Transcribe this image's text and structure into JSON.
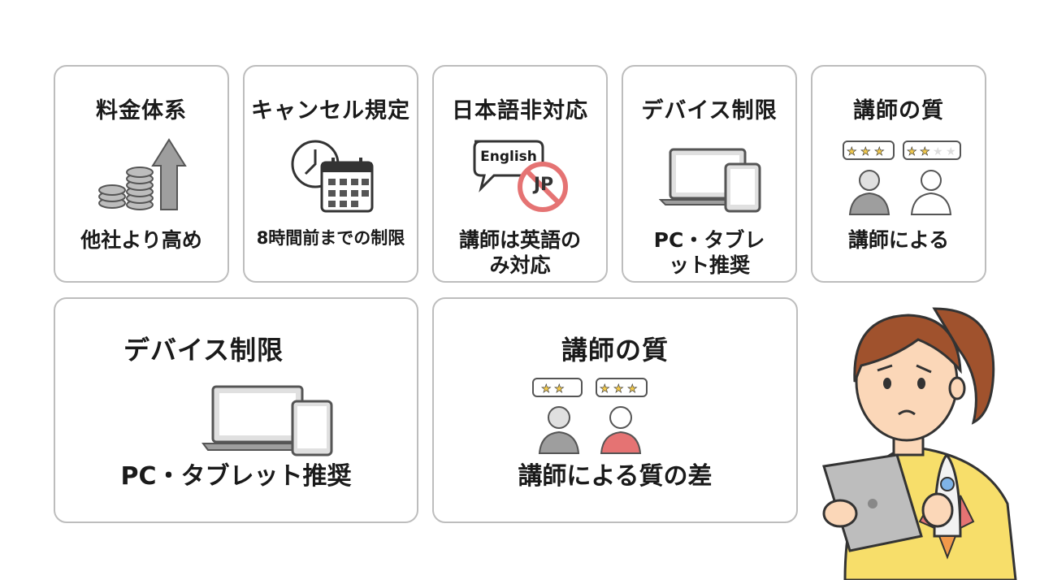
{
  "cards": [
    {
      "title": "料金体系",
      "caption": "他社より高め"
    },
    {
      "title": "キャンセル規定",
      "caption": "8時間前までの制限"
    },
    {
      "title": "日本語非対応",
      "caption": "講師は英語のみ対応"
    },
    {
      "title": "デバイス制限",
      "caption": "PC・タブレット推奨"
    },
    {
      "title": "講師の質",
      "caption": "講師による"
    },
    {
      "title": "デバイス制限",
      "caption": "PC・タブレット推奨"
    },
    {
      "title": "講師の質",
      "caption": "講師による質の差"
    }
  ],
  "bubble_english": "English",
  "jp_mark": "JP",
  "icons": {
    "coins": "coins-rising-icon",
    "clock_calendar": "clock-calendar-icon",
    "no_japanese": "no-japanese-icon",
    "devices": "laptop-tablet-icon",
    "ratings": "instructor-rating-icon"
  },
  "colors": {
    "border": "#bdbdbd",
    "gray": "#9e9e9e",
    "prohibit": "#e57373",
    "star": "#f2c94c"
  }
}
